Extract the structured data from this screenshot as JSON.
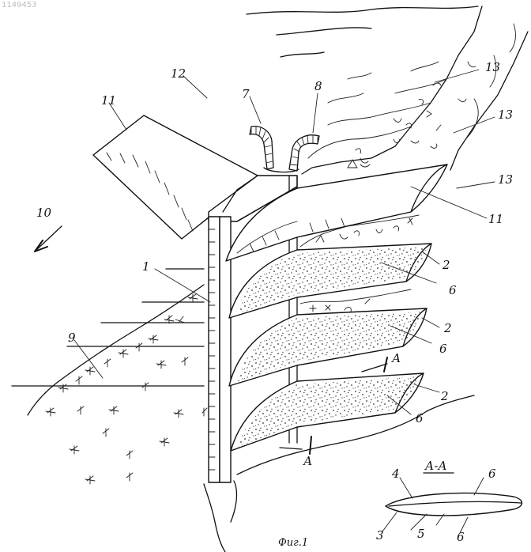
{
  "stamp": "1149453",
  "caption": "Фиг.1",
  "section_label": "А-А",
  "section_marks": [
    "А",
    "А"
  ],
  "labels": {
    "pole": "1",
    "panel_upper": "2",
    "panel_middle": "2",
    "panel_lower": "2",
    "section_leading": "3",
    "section_top": "4",
    "section_middle": "5",
    "fill_upper": "6",
    "fill_middle": "6",
    "fill_lower": "6",
    "section_right_top": "6",
    "section_right_bottom": "6",
    "pipe_left": "7",
    "pipe_right": "8",
    "snow_slope": "9",
    "wind_direction": "10",
    "wing_left": "11",
    "wing_right": "11",
    "top_area": "12",
    "snow_upper": "13",
    "snow_middle": "13",
    "snow_lower": "13"
  }
}
